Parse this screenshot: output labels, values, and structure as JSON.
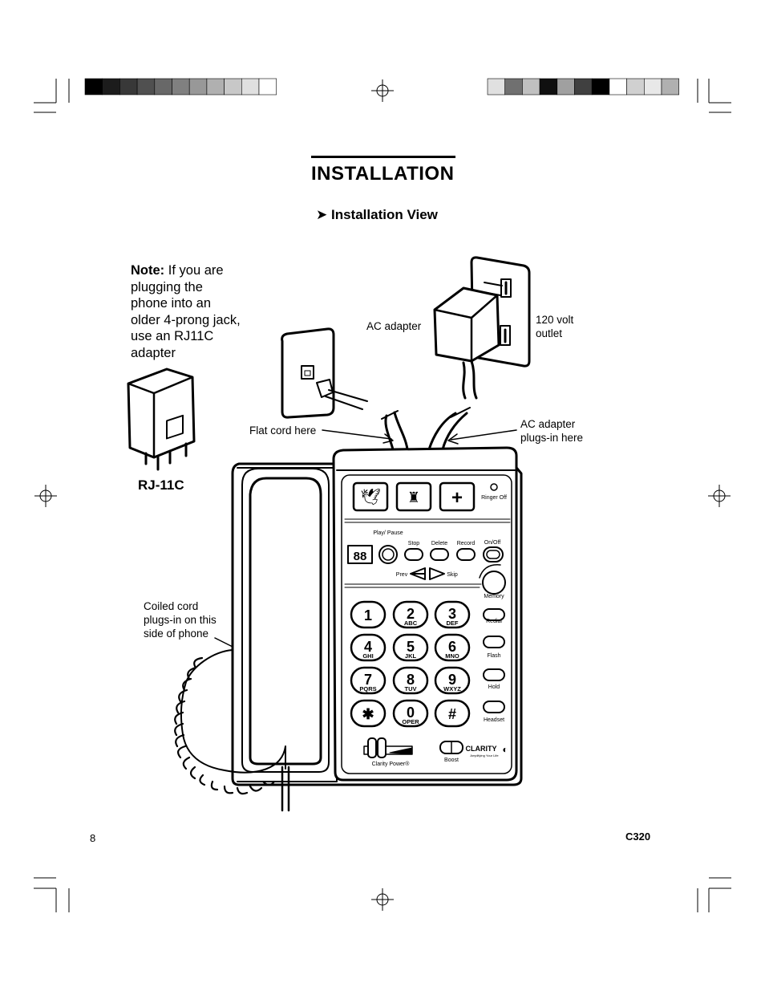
{
  "page": {
    "title": "INSTALLATION",
    "subtitle": "Installation View",
    "page_number": "8",
    "model": "C320"
  },
  "note": {
    "bold": "Note:",
    "text": "If you are plugging the phone into an older 4-prong jack, use an RJ11C adapter"
  },
  "labels": {
    "ac_adapter": "AC adapter",
    "outlet": "120 volt outlet",
    "flat_cord": "Flat cord here",
    "ac_plugs": "AC adapter plugs-in here",
    "coiled_cord": "Coiled cord plugs-in on this side of phone",
    "rj11c": "RJ-11C"
  },
  "phone": {
    "ringer_off": "Ringer Off",
    "play_pause": "Play/ Pause",
    "stop": "Stop",
    "delete": "Delete",
    "record": "Record",
    "on_off": "On/Off",
    "prev": "Prev",
    "skip": "Skip",
    "display": "88",
    "memory": "Memory",
    "redial": "Redial",
    "flash": "Flash",
    "hold": "Hold",
    "headset": "Headset",
    "boost": "Boost",
    "clarity_power": "Clarity Power®",
    "brand": "CLARITY",
    "brand_tagline": "Amplifying Your Life",
    "keys": [
      {
        "digit": "1",
        "letters": ""
      },
      {
        "digit": "2",
        "letters": "ABC"
      },
      {
        "digit": "3",
        "letters": "DEF"
      },
      {
        "digit": "4",
        "letters": "GHI"
      },
      {
        "digit": "5",
        "letters": "JKL"
      },
      {
        "digit": "6",
        "letters": "MNO"
      },
      {
        "digit": "7",
        "letters": "PQRS"
      },
      {
        "digit": "8",
        "letters": "TUV"
      },
      {
        "digit": "9",
        "letters": "WXYZ"
      },
      {
        "digit": "✱",
        "letters": ""
      },
      {
        "digit": "0",
        "letters": "OPER"
      },
      {
        "digit": "#",
        "letters": ""
      }
    ]
  },
  "colors": {
    "calibration_left": [
      "#000000",
      "#1c1c1c",
      "#383838",
      "#505050",
      "#686868",
      "#808080",
      "#989898",
      "#b0b0b0",
      "#c8c8c8",
      "#e0e0e0",
      "#ffffff"
    ],
    "calibration_right": [
      "#e0e0e0",
      "#707070",
      "#c0c0c0",
      "#101010",
      "#a0a0a0",
      "#404040",
      "#000000",
      "#ffffff",
      "#d0d0d0",
      "#e8e8e8",
      "#b0b0b0"
    ]
  }
}
